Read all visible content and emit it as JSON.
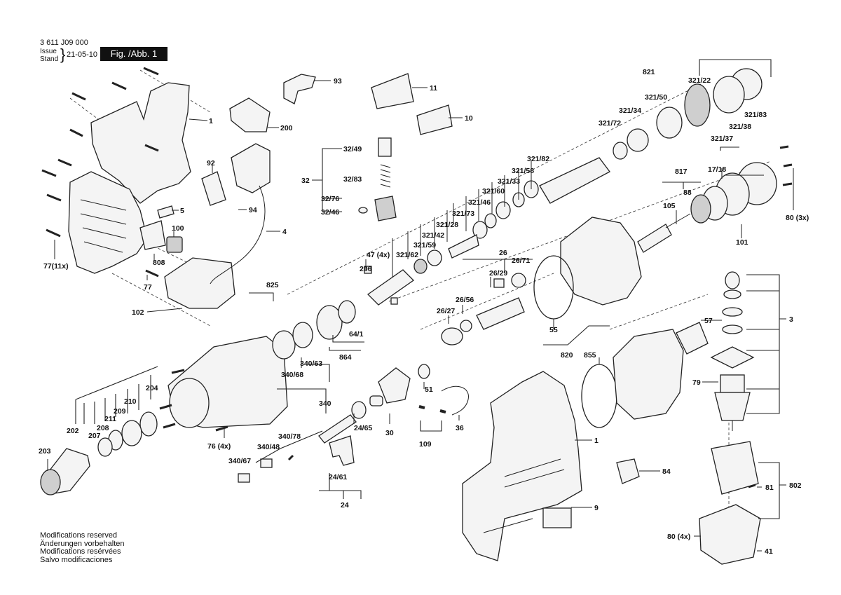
{
  "header": {
    "doc_number": "3 611 J09 000",
    "issue_label": "Issue",
    "stand_label": "Stand",
    "issue_date": "21-05-10",
    "figure_label": "Fig. /Abb. 1"
  },
  "footer": {
    "lines": [
      "Modifications reserved",
      "Änderungen vorbehalten",
      "Modifications resérvées",
      "Salvo modificaciones"
    ]
  },
  "callouts": {
    "c93": "93",
    "c11": "11",
    "c10": "10",
    "c1a": "1",
    "c200": "200",
    "c32_49": "32/49",
    "c32": "32",
    "c32_83": "32/83",
    "c32_76": "32/76",
    "c32_46": "32/46",
    "c92": "92",
    "c94": "94",
    "c4": "4",
    "c5": "5",
    "c100": "100",
    "c808": "808",
    "c77": "77",
    "c77_11": "77(11x)",
    "c102": "102",
    "c825": "825",
    "c821": "821",
    "c321_22": "321/22",
    "c321_50": "321/50",
    "c321_34": "321/34",
    "c321_72": "321/72",
    "c321_83": "321/83",
    "c321_38": "321/38",
    "c321_37": "321/37",
    "c321_82": "321/82",
    "c321_58": "321/58",
    "c321_33": "321/33",
    "c321_60": "321/60",
    "c321_46": "321/46",
    "c321_73": "321/73",
    "c321_28": "321/28",
    "c321_42": "321/42",
    "c321_59": "321/59",
    "c321_62": "321/62",
    "c47": "47 (4x)",
    "c206": "206",
    "c17_18": "17/18",
    "c817": "817",
    "c88": "88",
    "c105": "105",
    "c80_3": "80 (3x)",
    "c101": "101",
    "c26": "26",
    "c26_29": "26/29",
    "c26_71": "26/71",
    "c26_56": "26/56",
    "c26_27": "26/27",
    "c55": "55",
    "c57": "57",
    "c3": "3",
    "c820": "820",
    "c855": "855",
    "c79": "79",
    "c64_1": "64/1",
    "c864": "864",
    "c340_63": "340/63",
    "c340_68": "340/68",
    "c340": "340",
    "c204": "204",
    "c210": "210",
    "c209": "209",
    "c211": "211",
    "c208": "208",
    "c207": "207",
    "c202": "202",
    "c203": "203",
    "c76": "76 (4x)",
    "c340_78": "340/78",
    "c340_48": "340/48",
    "c340_67": "340/67",
    "c24_65": "24/65",
    "c30": "30",
    "c51": "51",
    "c109": "109",
    "c36": "36",
    "c24_61": "24/61",
    "c24": "24",
    "c1b": "1",
    "c84": "84",
    "c9": "9",
    "c81": "81",
    "c802": "802",
    "c80_4": "80 (4x)",
    "c41": "41"
  }
}
